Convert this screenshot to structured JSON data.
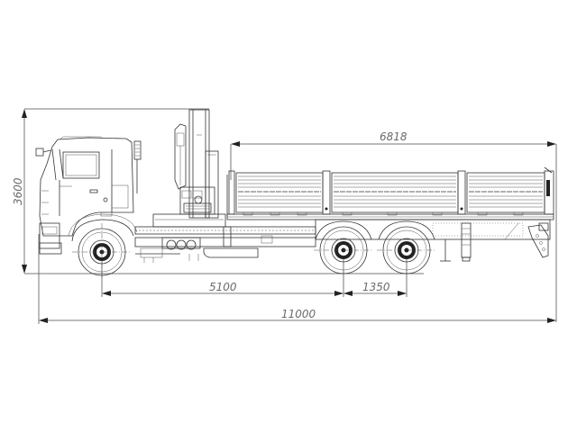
{
  "drawing": {
    "subject": "Flatbed truck with loader crane, side view",
    "units": "mm",
    "line_color": "#333333",
    "dimension_color": "#777777",
    "background": "#ffffff"
  },
  "dimensions": {
    "overall_height": {
      "label": "3600",
      "orientation": "vertical"
    },
    "platform_length": {
      "label": "6818",
      "orientation": "horizontal"
    },
    "wheelbase": {
      "label": "5100",
      "orientation": "horizontal"
    },
    "tandem_spacing": {
      "label": "1350",
      "orientation": "horizontal"
    },
    "overall_length": {
      "label": "11000",
      "orientation": "horizontal"
    }
  },
  "components": {
    "cab": "cab",
    "crane": "loader-crane",
    "platform": "cargo-platform",
    "platform_sections": 3,
    "front_axle": "front-wheel",
    "rear_axles": [
      "rear-wheel-1",
      "rear-wheel-2"
    ],
    "outrigger": "rear-outrigger",
    "mirror": "side-mirror"
  }
}
